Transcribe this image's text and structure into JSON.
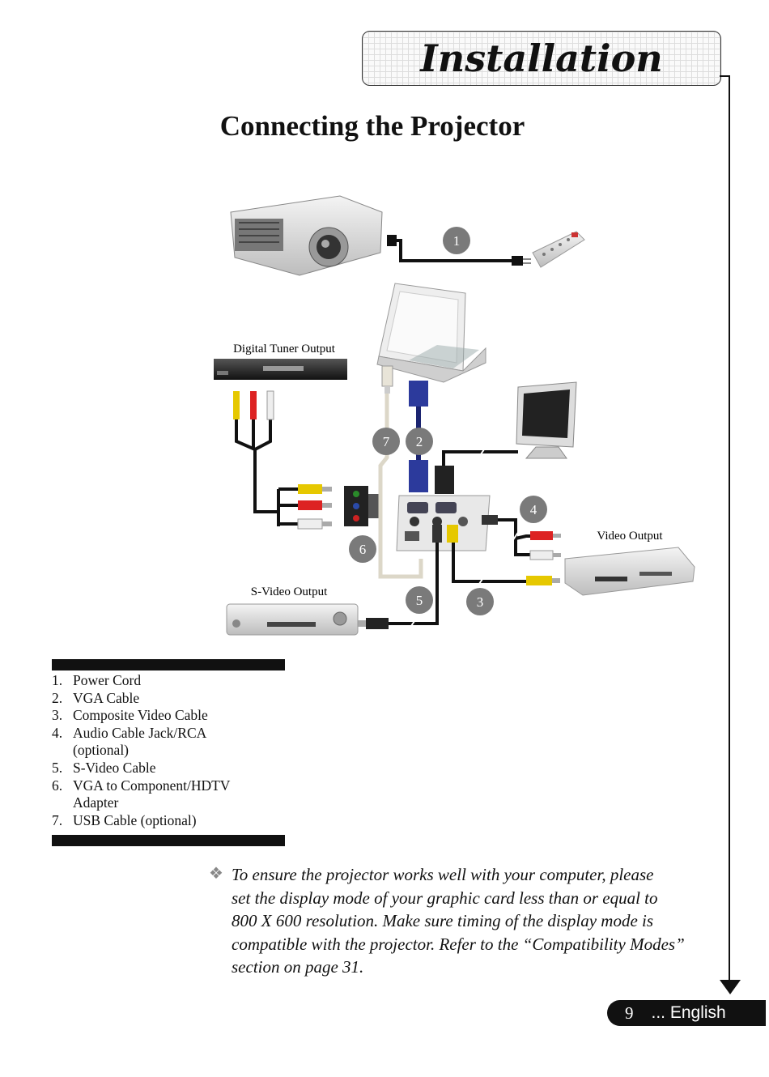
{
  "header": {
    "title": "Installation"
  },
  "section_title": "Connecting the Projector",
  "diagram": {
    "labels": {
      "digital_tuner": "Digital Tuner Output",
      "video_output": "Video Output",
      "svideo_output": "S-Video Output"
    },
    "callouts": [
      "1",
      "2",
      "3",
      "4",
      "5",
      "6",
      "7"
    ]
  },
  "legend": [
    {
      "num": "1.",
      "text": "Power Cord"
    },
    {
      "num": "2.",
      "text": "VGA Cable"
    },
    {
      "num": "3.",
      "text": "Composite Video Cable"
    },
    {
      "num": "4.",
      "text": "Audio Cable Jack/RCA (optional)"
    },
    {
      "num": "5.",
      "text": "S-Video Cable"
    },
    {
      "num": "6.",
      "text": "VGA to Component/HDTV Adapter"
    },
    {
      "num": "7.",
      "text": "USB Cable (optional)"
    }
  ],
  "note": {
    "icon": "diamond-bullet-icon",
    "line1": "To ensure the projector works well with your computer, please",
    "line2": "set the display mode of your graphic card less than or equal to",
    "line3": "800 X 600 resolution. Make sure timing of the display mode is",
    "line4": "compatible with the projector.  Refer to the “Compatibility Modes”",
    "line5": "section on page 31."
  },
  "footer": {
    "page_number": "9",
    "language": "... English"
  }
}
